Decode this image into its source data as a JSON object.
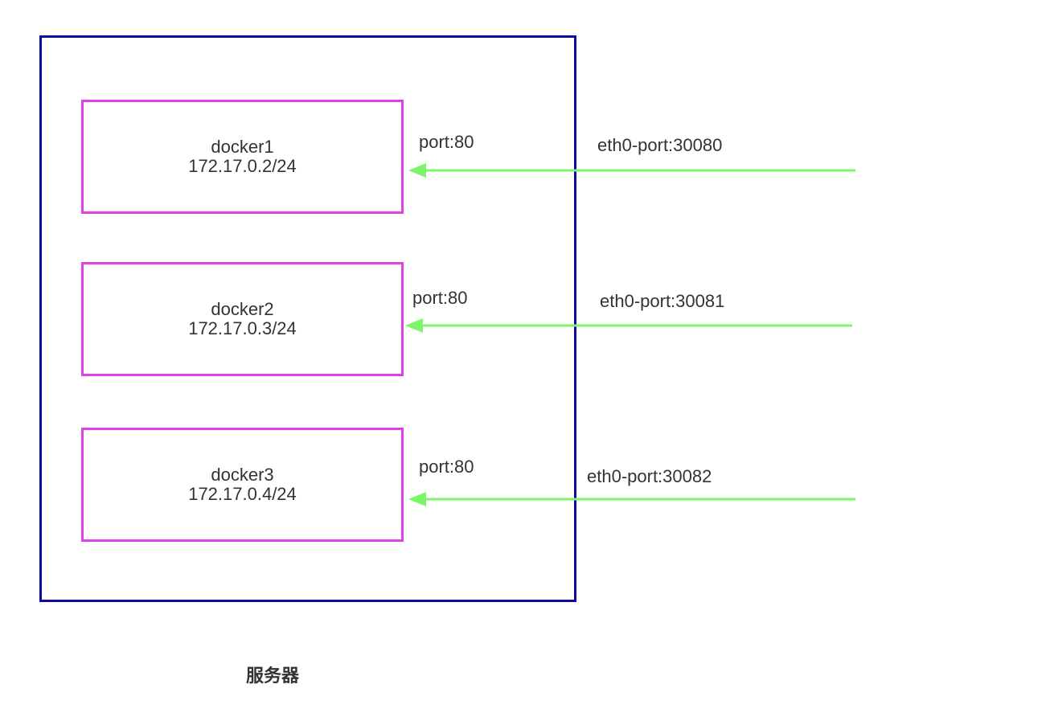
{
  "server": {
    "caption": "服务器",
    "border_color": "#0a0a9c"
  },
  "containers": [
    {
      "name": "docker1",
      "ip": "172.17.0.2/24",
      "container_port": "port:80",
      "host_port": "eth0-port:30080"
    },
    {
      "name": "docker2",
      "ip": "172.17.0.3/24",
      "container_port": "port:80",
      "host_port": "eth0-port:30081"
    },
    {
      "name": "docker3",
      "ip": "172.17.0.4/24",
      "container_port": "port:80",
      "host_port": "eth0-port:30082"
    }
  ],
  "colors": {
    "container_border": "#e040e8",
    "arrow": "#7cf56a",
    "text": "#333333"
  },
  "icons": {
    "arrow": "left-arrow-icon"
  }
}
